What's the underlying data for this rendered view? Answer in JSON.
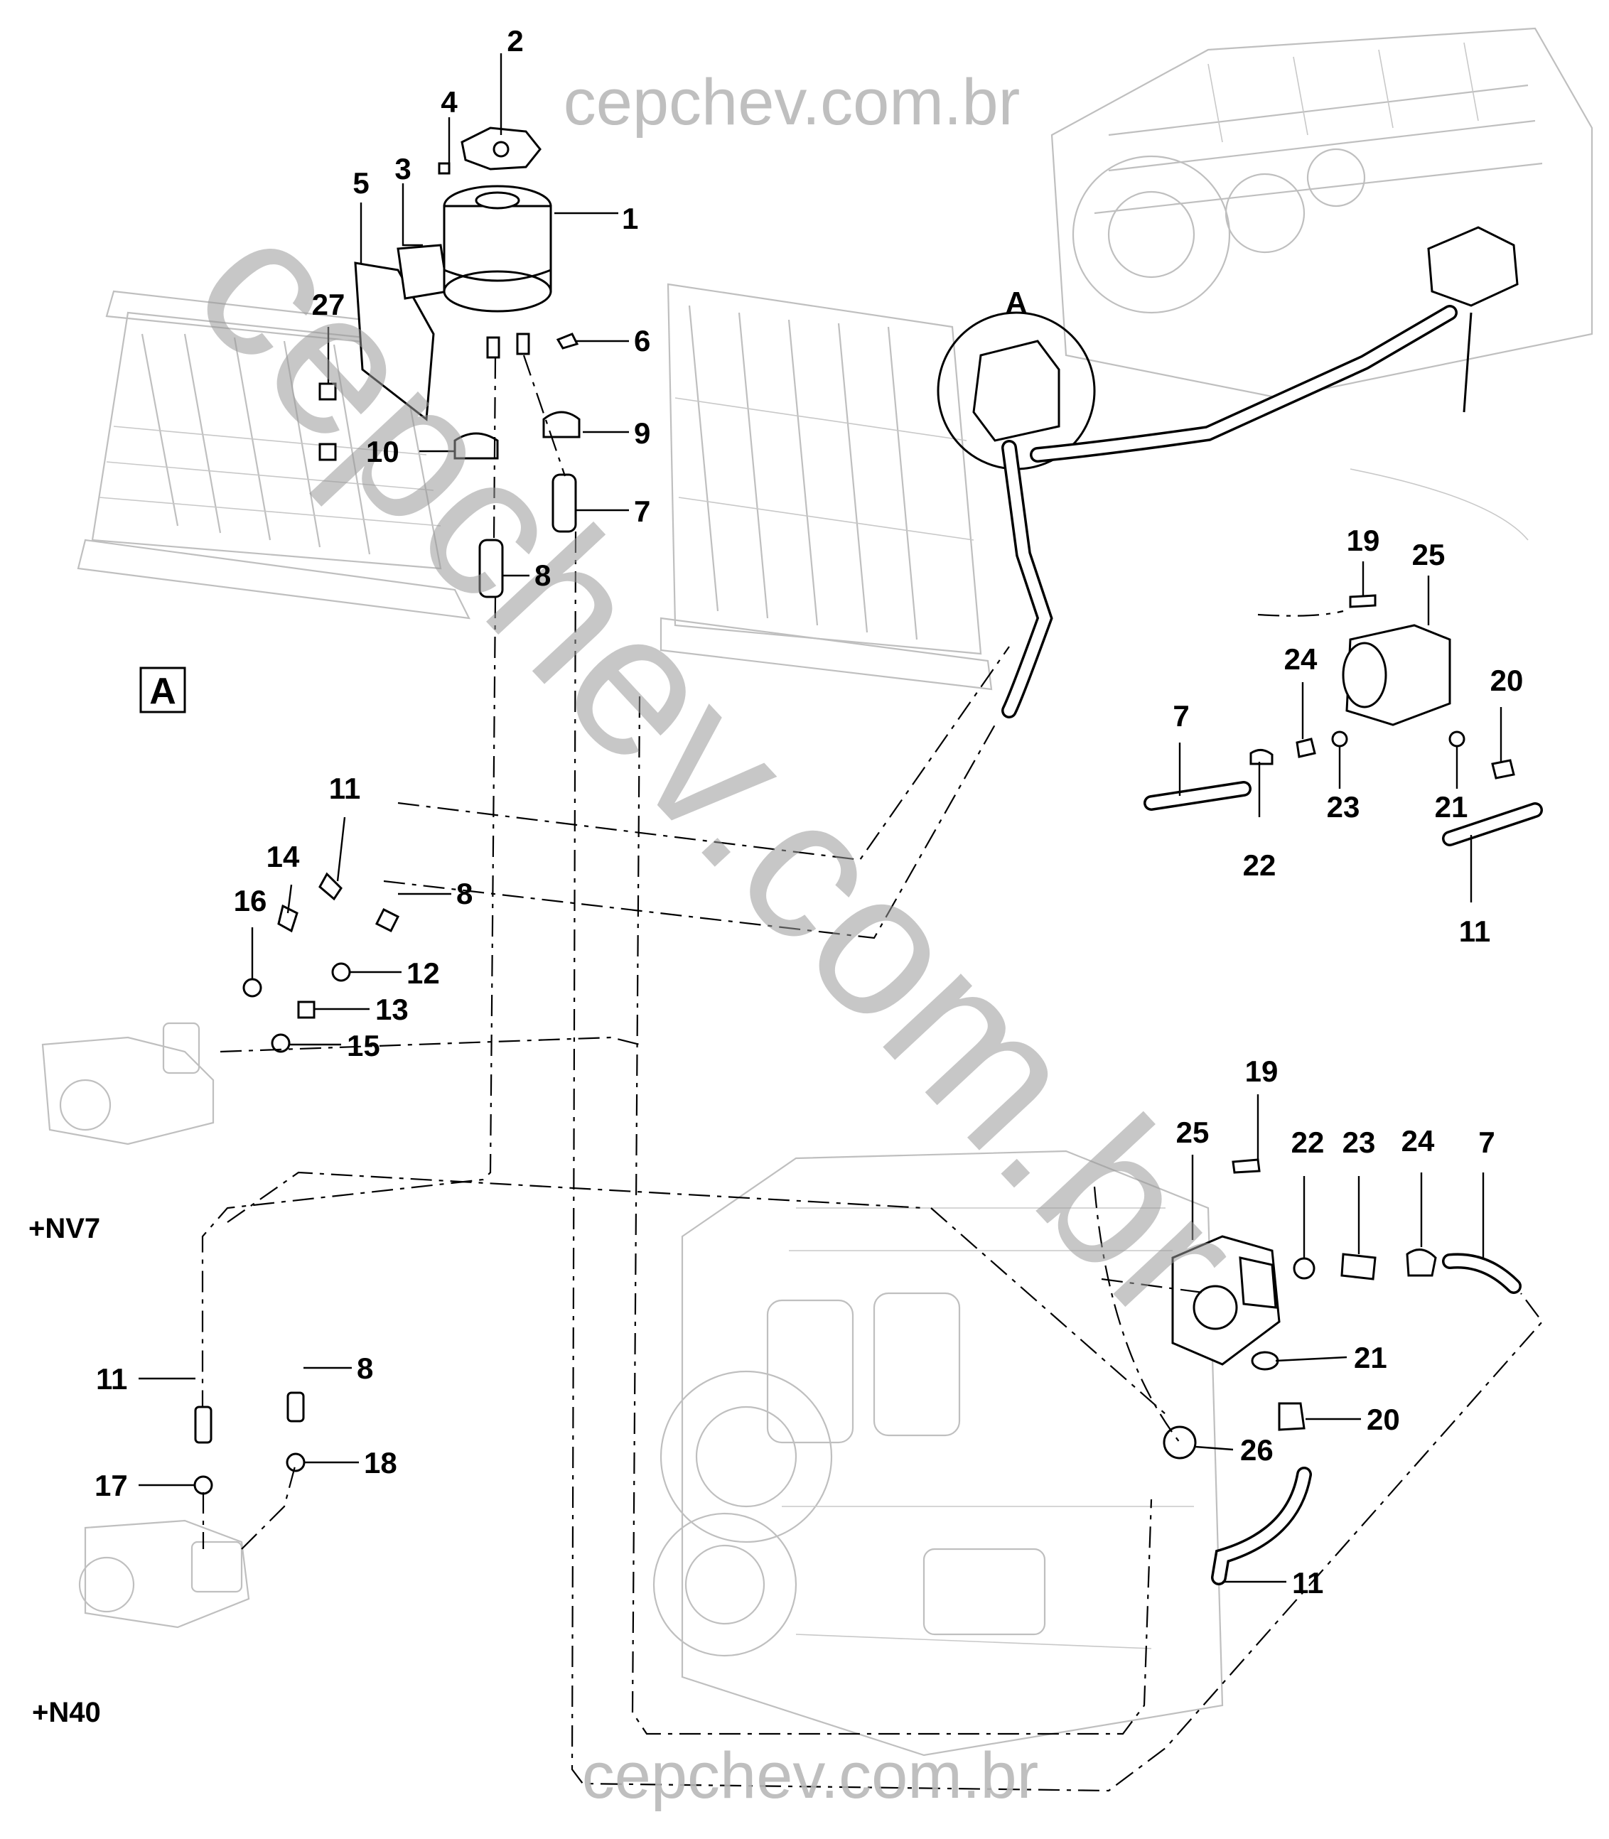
{
  "watermark": {
    "top": "cepchev.com.br",
    "bottom": "cepchev.com.br",
    "diagonal": "cepchev.com.br"
  },
  "detail_label": "A",
  "detail_box_label": "A",
  "variants": [
    "+NV7",
    "+N40"
  ],
  "callouts": {
    "c1": "1",
    "c2": "2",
    "c3": "3",
    "c4": "4",
    "c5": "5",
    "c6": "6",
    "c7a": "7",
    "c8a": "8",
    "c9": "9",
    "c10": "10",
    "c27": "27",
    "c11a": "11",
    "c8b": "8",
    "c14": "14",
    "c16": "16",
    "c12": "12",
    "c13": "13",
    "c15": "15",
    "c11b": "11",
    "c8c": "8",
    "c17": "17",
    "c18": "18",
    "c19a": "19",
    "c25a": "25",
    "c24a": "24",
    "c20a": "20",
    "c7b": "7",
    "c23a": "23",
    "c21a": "21",
    "c22a": "22",
    "c11c": "11",
    "c19b": "19",
    "c25b": "25",
    "c22b": "22",
    "c23b": "23",
    "c24b": "24",
    "c7c": "7",
    "c21b": "21",
    "c20b": "20",
    "c26": "26",
    "c11d": "11"
  }
}
